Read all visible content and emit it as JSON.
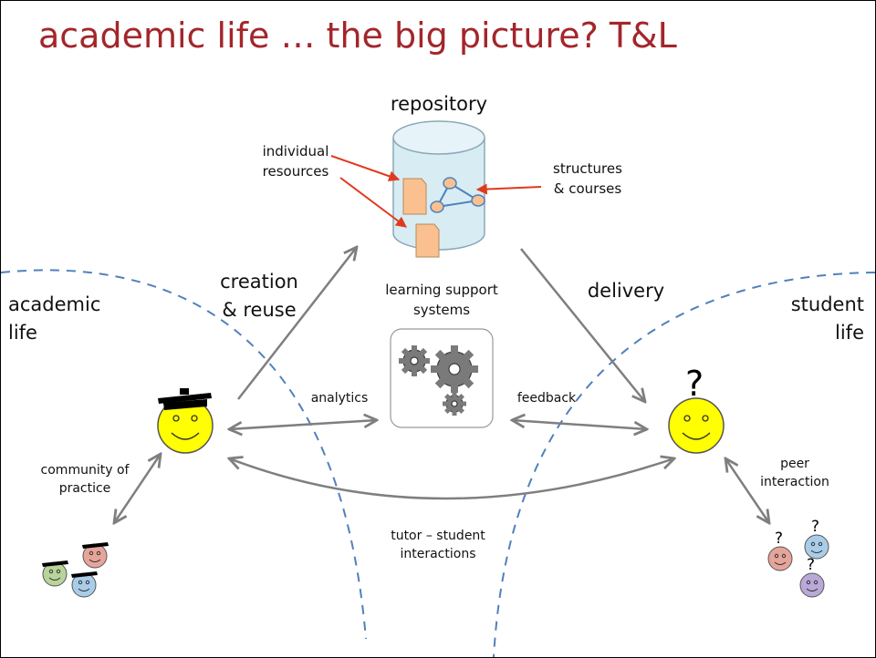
{
  "title": "academic life … the big picture?  T&L",
  "labels": {
    "repository": "repository",
    "individual_resources": [
      "individual",
      "resources"
    ],
    "structures_courses": [
      "structures",
      "& courses"
    ],
    "creation_reuse": [
      "creation",
      "& reuse"
    ],
    "learning_support": [
      "learning support",
      "systems"
    ],
    "delivery": "delivery",
    "academic_life": [
      "academic",
      "life"
    ],
    "student_life": [
      "student",
      "life"
    ],
    "analytics": "analytics",
    "feedback": "feedback",
    "community": [
      "community of",
      "practice"
    ],
    "peer": [
      "peer",
      "interaction"
    ],
    "tutor_student": [
      "tutor – student",
      "interactions"
    ],
    "question_mark": "?"
  },
  "colors": {
    "title": "#a3262b",
    "arrow": "#7f7f7f",
    "red_arrow": "#e03a1e",
    "dashed_curve": "#4f81bd",
    "repository_fill": "#d8ecf3",
    "resource_fill": "#fac08f",
    "face_yellow": "#ffff00",
    "face_pink": "#e6a59a",
    "face_blue": "#a9cde8",
    "face_green": "#b9d49b",
    "face_purple": "#b9a9d8"
  },
  "icons": [
    "gears-icon",
    "smiley-academic-icon",
    "smiley-student-icon",
    "mortarboard-icon"
  ]
}
